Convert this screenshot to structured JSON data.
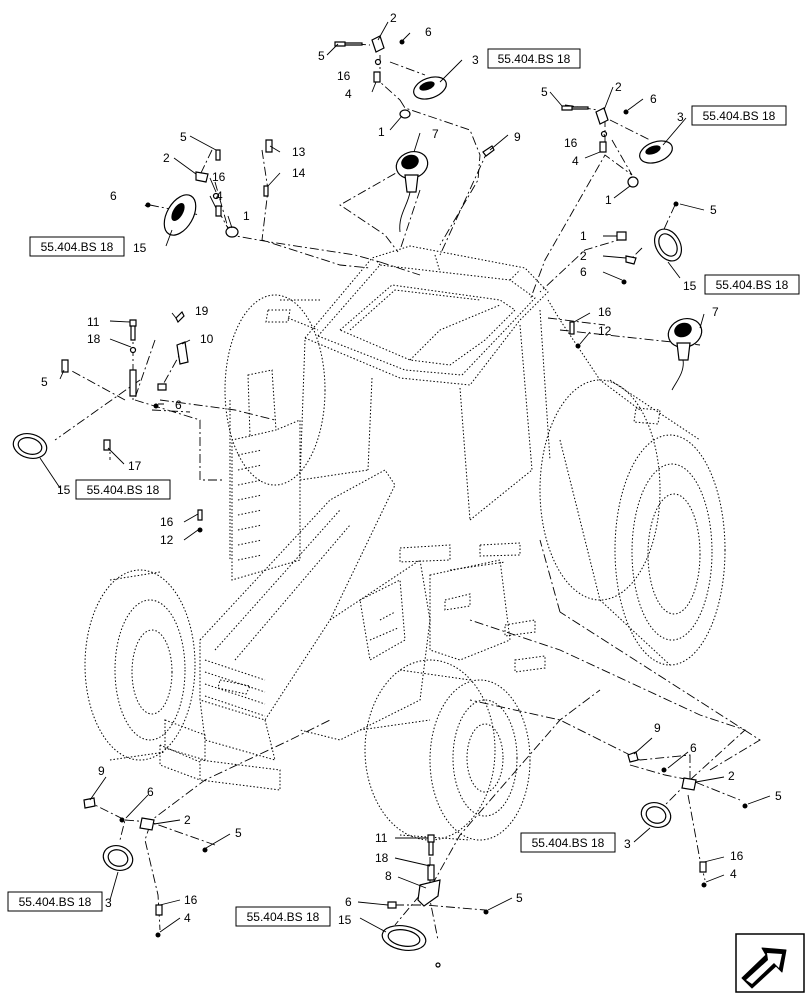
{
  "reference": "55.404.BS 18",
  "callouts": [
    {
      "n": "2"
    },
    {
      "n": "6"
    },
    {
      "n": "5"
    },
    {
      "n": "3"
    },
    {
      "n": "16"
    },
    {
      "n": "4"
    },
    {
      "n": "1"
    },
    {
      "n": "7"
    },
    {
      "n": "9"
    },
    {
      "n": "5"
    },
    {
      "n": "2"
    },
    {
      "n": "6"
    },
    {
      "n": "3"
    },
    {
      "n": "16"
    },
    {
      "n": "4"
    },
    {
      "n": "1"
    },
    {
      "n": "5"
    },
    {
      "n": "13"
    },
    {
      "n": "2"
    },
    {
      "n": "16"
    },
    {
      "n": "14"
    },
    {
      "n": "6"
    },
    {
      "n": "4"
    },
    {
      "n": "1"
    },
    {
      "n": "15"
    },
    {
      "n": "5"
    },
    {
      "n": "1"
    },
    {
      "n": "2"
    },
    {
      "n": "6"
    },
    {
      "n": "15"
    },
    {
      "n": "16"
    },
    {
      "n": "12"
    },
    {
      "n": "7"
    },
    {
      "n": "11"
    },
    {
      "n": "19"
    },
    {
      "n": "18"
    },
    {
      "n": "10"
    },
    {
      "n": "5"
    },
    {
      "n": "6"
    },
    {
      "n": "17"
    },
    {
      "n": "15"
    },
    {
      "n": "16"
    },
    {
      "n": "12"
    },
    {
      "n": "9"
    },
    {
      "n": "6"
    },
    {
      "n": "2"
    },
    {
      "n": "5"
    },
    {
      "n": "3"
    },
    {
      "n": "16"
    },
    {
      "n": "4"
    },
    {
      "n": "9"
    },
    {
      "n": "6"
    },
    {
      "n": "2"
    },
    {
      "n": "5"
    },
    {
      "n": "3"
    },
    {
      "n": "16"
    },
    {
      "n": "4"
    },
    {
      "n": "11"
    },
    {
      "n": "18"
    },
    {
      "n": "8"
    },
    {
      "n": "6"
    },
    {
      "n": "5"
    },
    {
      "n": "15"
    }
  ],
  "icons": {
    "direction": "arrow-direction-icon"
  }
}
